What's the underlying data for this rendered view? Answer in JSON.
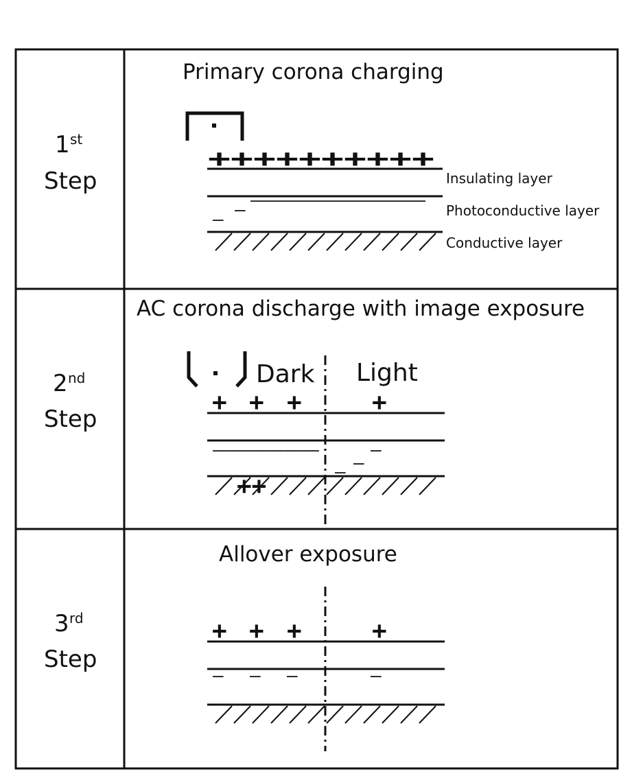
{
  "steps": [
    {
      "num": "1",
      "sup": "st",
      "word": "Step",
      "title": "Primary corona charging"
    },
    {
      "num": "2",
      "sup": "nd",
      "word": "Step",
      "title": "AC corona discharge  with image exposure"
    },
    {
      "num": "3",
      "sup": "rd",
      "word": "Step",
      "title": "Allover  exposure"
    }
  ],
  "layers": {
    "insulating": "Insulating layer",
    "photoconductive": "Photoconductive layer",
    "conductive": "Conductive layer"
  },
  "regions": {
    "dark": "Dark",
    "light": "Light"
  },
  "symbols": {
    "plus": "+",
    "minus": "–",
    "plus_row_step1": "++++++++++",
    "minus_row_step1": "––––––––––",
    "plus_pair": "++",
    "minus_row_dark": "––––––"
  },
  "colors": {
    "ink": "#111111",
    "background": "#ffffff"
  }
}
